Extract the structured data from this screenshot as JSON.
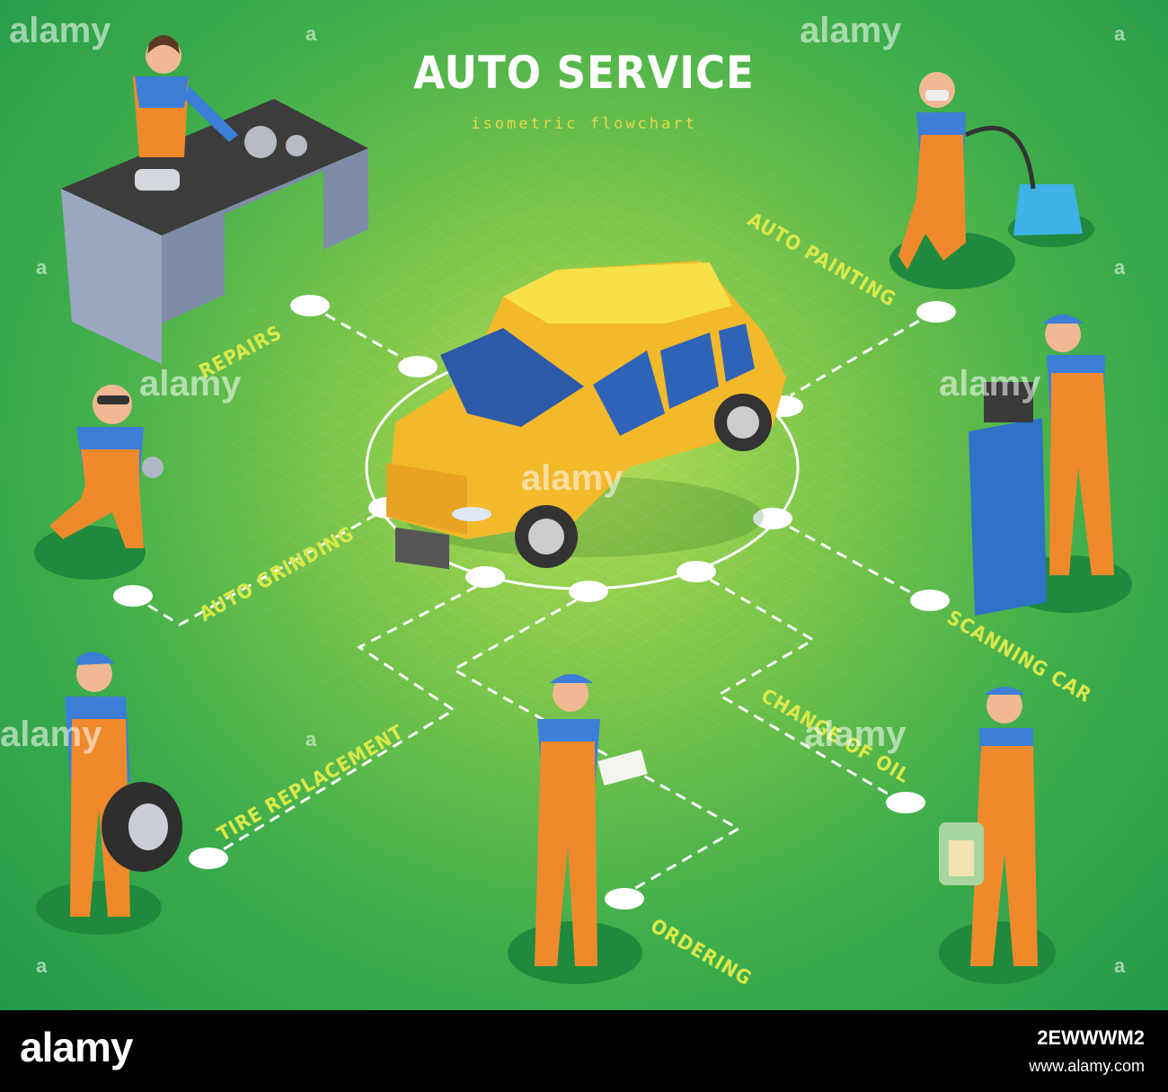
{
  "title": "AUTO SERVICE",
  "subtitle": "isometric flowchart",
  "steps": [
    {
      "id": "repairs",
      "label": "REPAIRS"
    },
    {
      "id": "auto-grinding",
      "label": "AUTO GRINDING"
    },
    {
      "id": "tire-replacement",
      "label": "TIRE REPLACEMENT"
    },
    {
      "id": "ordering",
      "label": "ORDERING"
    },
    {
      "id": "change-of-oil",
      "label": "CHANGE OF OIL"
    },
    {
      "id": "scanning-car",
      "label": "SCANNING CAR"
    },
    {
      "id": "auto-painting",
      "label": "AUTO PAINTING"
    }
  ],
  "watermark": {
    "text": "alamy",
    "letter": "a"
  },
  "footer": {
    "logo": "alamy",
    "image_id": "2EWWWM2",
    "url": "www.alamy.com"
  },
  "colors": {
    "background": "#3fae4b",
    "label": "#d9e94b",
    "car": "#f5c431",
    "uniform": "#ef8a2c",
    "shirt": "#3d7fd6"
  }
}
